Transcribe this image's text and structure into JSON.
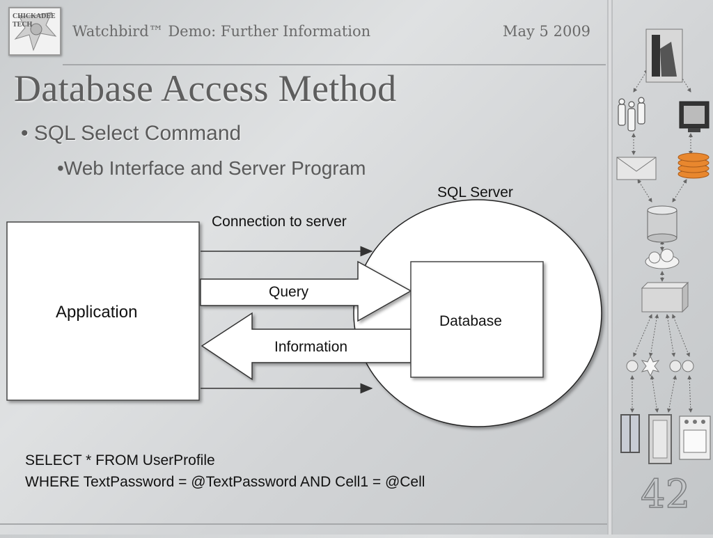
{
  "header": {
    "logo_text_line1": "CHICKADEE",
    "logo_text_line2": "TECH",
    "title": "Watchbird™ Demo: Further Information",
    "date": "May 5 2009"
  },
  "slide": {
    "title": "Database Access Method",
    "bullets": [
      {
        "text": "• SQL Select Command"
      },
      {
        "text": "•Web Interface and Server Program"
      }
    ]
  },
  "diagram": {
    "application_label": "Application",
    "server_label": "SQL Server",
    "database_label": "Database",
    "connection_label": "Connection to server",
    "query_label": "Query",
    "information_label": "Information"
  },
  "code": {
    "line1": "SELECT * FROM UserProfile",
    "line2": "WHERE TextPassword = @TextPassword AND Cell1 = @Cell"
  },
  "page_number": "42",
  "colors": {
    "background": "#d4d6d8",
    "title_text": "#5e5e5e",
    "header_text": "#6a6a6a",
    "database_orange": "#e8872e"
  },
  "side_icons": [
    "person-photo-icon",
    "phones-icon",
    "computer-monitor-icon",
    "envelope-icon",
    "database-stack-icon",
    "database-cylinder-icon",
    "cloud-icon",
    "server-box-icon",
    "sensor-bulb-icon",
    "window-icon",
    "door-icon",
    "stove-icon"
  ]
}
